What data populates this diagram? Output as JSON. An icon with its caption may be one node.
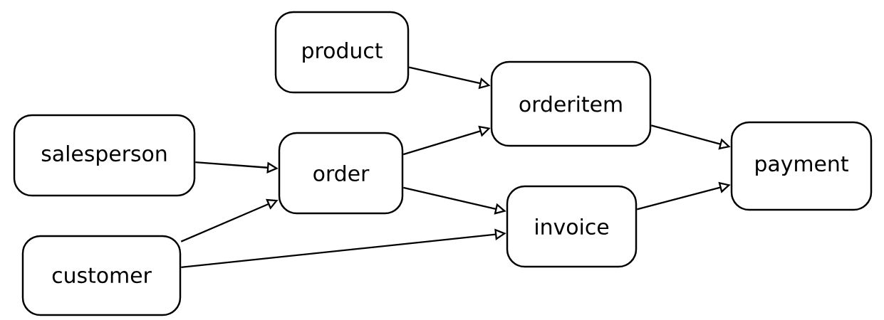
{
  "diagram": {
    "nodes": [
      {
        "text": [
          "product"
        ]
      },
      {
        "text": [
          "orderitem"
        ]
      },
      {
        "text": [
          "salesperson"
        ]
      },
      {
        "text": [
          "order"
        ]
      },
      {
        "text": [
          "payment"
        ]
      },
      {
        "text": [
          "invoice"
        ]
      },
      {
        "text": [
          "customer"
        ]
      }
    ],
    "edges": [
      {
        "from": 0,
        "to": 1,
        "arrow": "to"
      },
      {
        "from": 2,
        "to": 3,
        "arrow": "to"
      },
      {
        "from": 6,
        "to": 3,
        "arrow": "to"
      },
      {
        "from": 3,
        "to": 1,
        "arrow": "to"
      },
      {
        "from": 3,
        "to": 5,
        "arrow": "to"
      },
      {
        "from": 6,
        "to": 5,
        "arrow": "to"
      },
      {
        "from": 1,
        "to": 4,
        "arrow": "to"
      },
      {
        "from": 5,
        "to": 4,
        "arrow": "to"
      }
    ]
  }
}
